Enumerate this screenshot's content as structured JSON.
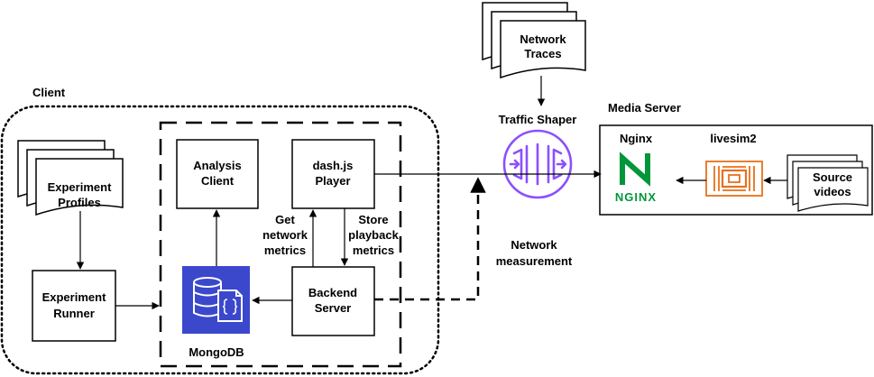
{
  "groups": {
    "client": "Client",
    "media_server": "Media Server"
  },
  "nodes": {
    "network_traces": [
      "Network",
      "Traces"
    ],
    "traffic_shaper": "Traffic Shaper",
    "experiment_profiles": [
      "Experiment",
      "Profiles"
    ],
    "experiment_runner": [
      "Experiment",
      "Runner"
    ],
    "analysis_client": [
      "Analysis",
      "Client"
    ],
    "dashjs_player": [
      "dash.js",
      "Player"
    ],
    "backend_server": [
      "Backend",
      "Server"
    ],
    "mongodb": "MongoDB",
    "nginx": "Nginx",
    "nginx_logo_text": "NGINX",
    "livesim2": "livesim2",
    "source_videos": [
      "Source",
      "videos"
    ]
  },
  "edges": {
    "get_metrics": [
      "Get",
      "network",
      "metrics"
    ],
    "store_metrics": [
      "Store",
      "playback",
      "metrics"
    ],
    "network_measurement": [
      "Network",
      "measurement"
    ]
  },
  "colors": {
    "mongodb_blue": "#3b48cc",
    "traffic_shaper_purple": "#8c4fff",
    "nginx_green": "#009639",
    "livesim2_orange": "#e8711c"
  },
  "icons": {
    "mongodb": "database-document-icon",
    "traffic_shaper": "traffic-shaper-icon",
    "nginx": "nginx-logo-icon",
    "livesim2": "chip-icon"
  }
}
